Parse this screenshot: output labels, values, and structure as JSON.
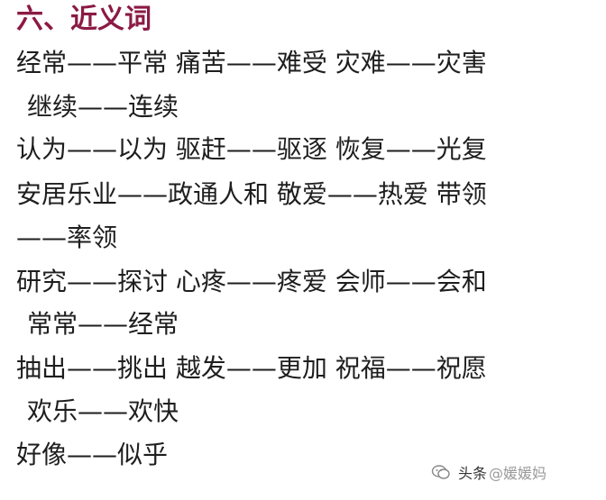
{
  "heading": "六、近义词",
  "lines": [
    "经常——平常 痛苦——难受 灾难——灾害",
    "继续——连续",
    "认为——以为 驱赶——驱逐 恢复——光复",
    "安居乐业——政通人和 敬爱——热爱 带领",
    "——率领",
    "研究——探讨 心疼——疼爱 会师——会和",
    "常常——经常",
    "抽出——挑出 越发——更加 祝福——祝愿",
    "欢乐——欢快",
    "好像——似乎"
  ],
  "watermark": {
    "icon": "wechat-icon",
    "prefix": "头条",
    "account": "@媛媛妈"
  }
}
